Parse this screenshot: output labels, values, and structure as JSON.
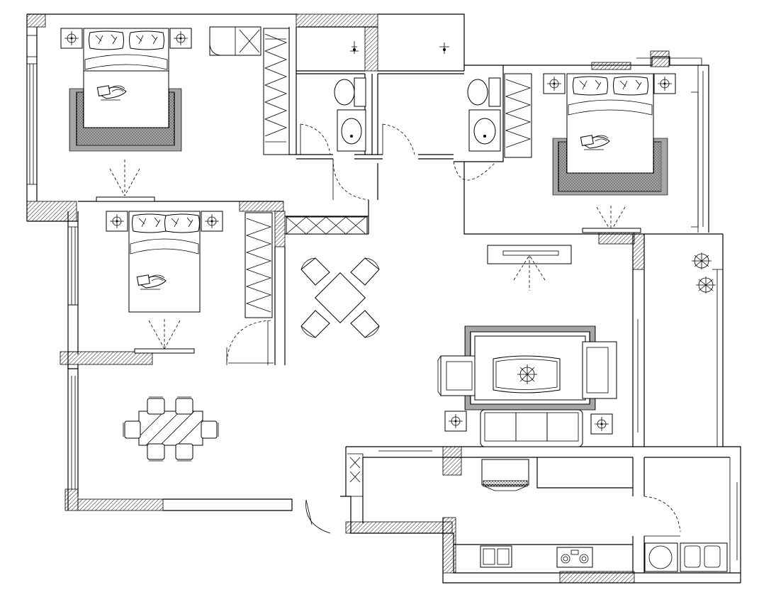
{
  "plan": {
    "watermark_text": "",
    "colors": {
      "line": "#000000",
      "background": "#ffffff",
      "hatch": "#000000"
    },
    "rooms": [
      {
        "id": "bedroom-nw",
        "furniture": [
          "double-bed",
          "nightstand",
          "nightstand",
          "rug",
          "wardrobe",
          "ceiling-light"
        ]
      },
      {
        "id": "bedroom-w",
        "furniture": [
          "double-bed",
          "nightstand",
          "nightstand",
          "wardrobe",
          "ceiling-light"
        ]
      },
      {
        "id": "bedroom-e",
        "furniture": [
          "double-bed",
          "nightstand",
          "nightstand",
          "rug",
          "wardrobe",
          "ceiling-light"
        ]
      },
      {
        "id": "bathroom-1",
        "furniture": [
          "toilet",
          "washbasin",
          "shower"
        ]
      },
      {
        "id": "bathroom-2",
        "furniture": [
          "toilet",
          "washbasin",
          "shower"
        ]
      },
      {
        "id": "living-room",
        "furniture": [
          "sofa",
          "armchair",
          "armchair",
          "coffee-table",
          "rug",
          "side-table",
          "side-table",
          "tv-cabinet"
        ]
      },
      {
        "id": "dining-area",
        "furniture": [
          "dining-table",
          "chair",
          "chair",
          "chair",
          "chair",
          "chair",
          "chair"
        ]
      },
      {
        "id": "breakfast-nook",
        "furniture": [
          "square-table",
          "chair",
          "chair",
          "chair",
          "chair"
        ]
      },
      {
        "id": "kitchen",
        "furniture": [
          "double-sink",
          "cooktop",
          "range-hood"
        ]
      },
      {
        "id": "utility",
        "furniture": [
          "washing-machine",
          "laundry-sink"
        ]
      },
      {
        "id": "balcony",
        "furniture": [
          "potted-plant"
        ]
      }
    ]
  }
}
